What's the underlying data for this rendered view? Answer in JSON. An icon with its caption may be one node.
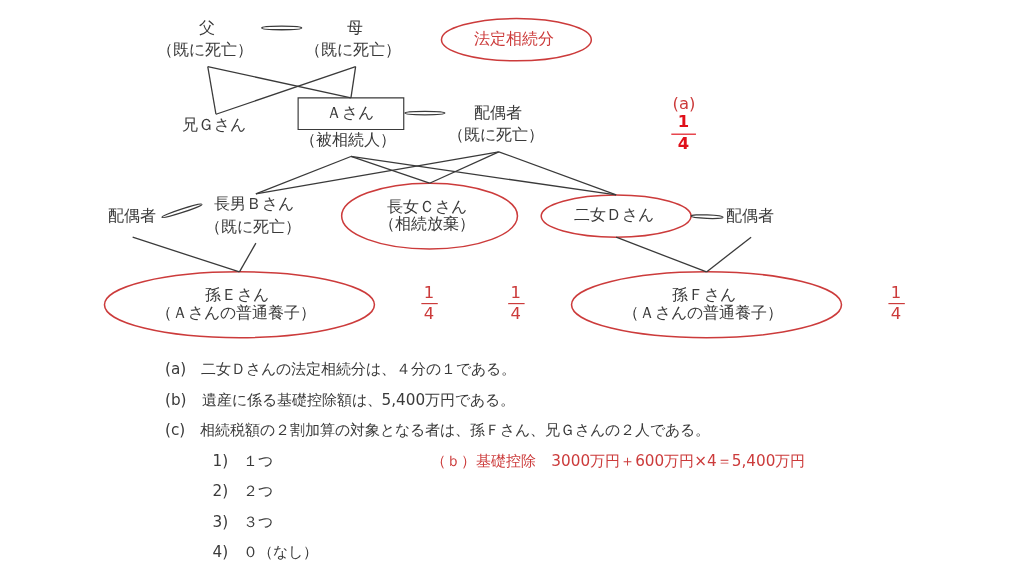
{
  "diagram": {
    "nodes": [
      {
        "text": [
          "父",
          "（既に死亡）"
        ]
      },
      {
        "text": [
          "母",
          "（既に死亡）"
        ]
      },
      {
        "text": [
          "法定相続分"
        ]
      },
      {
        "text": [
          "兄Ｇさん"
        ]
      },
      {
        "text": [
          "Ａさん"
        ],
        "beside": [
          "（被相続人）"
        ]
      },
      {
        "text": [
          "配偶者",
          "（既に死亡）"
        ]
      },
      {
        "text": [
          "配偶者"
        ]
      },
      {
        "text": [
          "長男Ｂさん",
          "（既に死亡）"
        ]
      },
      {
        "text": [
          "長女Ｃさん",
          "（相続放棄）"
        ],
        "beside": [
          "1",
          "4"
        ]
      },
      {
        "text": [
          "二女Ｄさん"
        ],
        "beside": [
          "(a)",
          "1",
          "4"
        ]
      },
      {
        "text": [
          "配偶者"
        ]
      },
      {
        "text": [
          "孫Ｅさん",
          "（Ａさんの普通養子）"
        ],
        "beside": [
          "1",
          "4"
        ]
      },
      {
        "text": [
          "孫Ｆさん",
          "（Ａさんの普通養子）"
        ],
        "beside": [
          "1",
          "4"
        ]
      }
    ],
    "edges": [
      {
        "from": 0,
        "to": 1,
        "arrow": "none"
      },
      {
        "from": 0,
        "to": 3,
        "arrow": "none"
      },
      {
        "from": 0,
        "to": 4,
        "arrow": "none"
      },
      {
        "from": 1,
        "to": 3,
        "arrow": "none"
      },
      {
        "from": 1,
        "to": 4,
        "arrow": "none"
      },
      {
        "from": 4,
        "to": 5,
        "arrow": "none"
      },
      {
        "from": 4,
        "to": 7,
        "arrow": "none"
      },
      {
        "from": 4,
        "to": 8,
        "arrow": "none"
      },
      {
        "from": 4,
        "to": 9,
        "arrow": "none"
      },
      {
        "from": 5,
        "to": 7,
        "arrow": "none"
      },
      {
        "from": 5,
        "to": 8,
        "arrow": "none"
      },
      {
        "from": 5,
        "to": 9,
        "arrow": "none"
      },
      {
        "from": 6,
        "to": 7,
        "arrow": "none"
      },
      {
        "from": 6,
        "to": 11,
        "arrow": "none"
      },
      {
        "from": 7,
        "to": 11,
        "arrow": "none"
      },
      {
        "from": 9,
        "to": 10,
        "arrow": "none"
      },
      {
        "from": 9,
        "to": 12,
        "arrow": "none"
      },
      {
        "from": 10,
        "to": 12,
        "arrow": "none"
      }
    ],
    "labels": [
      "(a)　二女Ｄさんの法定相続分は、４分の１である。",
      "(b)　遺産に係る基礎控除額は、5,400万円である。",
      "(c)　相続税額の２割加算の対象となる者は、孫Ｆさん、兄Ｇさんの２人である。",
      "1)　１つ",
      "（ｂ）基礎控除　3000万円＋600万円×4＝5,400万円",
      "2)　２つ",
      "3)　３つ",
      "4)　０（なし）"
    ]
  }
}
